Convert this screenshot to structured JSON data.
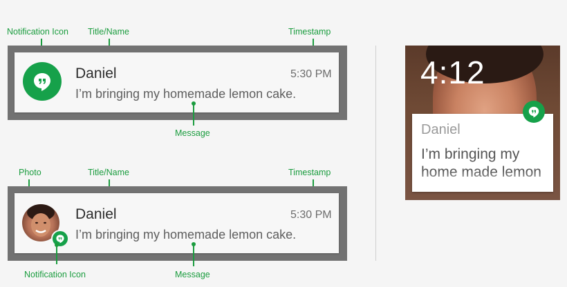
{
  "labels": {
    "notification_icon": "Notification Icon",
    "title_name": "Title/Name",
    "timestamp": "Timestamp",
    "message": "Message",
    "photo": "Photo"
  },
  "notification": {
    "title": "Daniel",
    "time": "5:30 PM",
    "message": "I’m bringing my homemade lemon cake."
  },
  "watch": {
    "time": "4:12",
    "title": "Daniel",
    "message": "I’m bringing my home made lemon"
  },
  "icons": {
    "notification_icon": "hangouts-quote-icon",
    "photo": "contact-photo"
  },
  "colors": {
    "annotation": "#1a9c3e",
    "hangouts_green": "#16a14a"
  }
}
